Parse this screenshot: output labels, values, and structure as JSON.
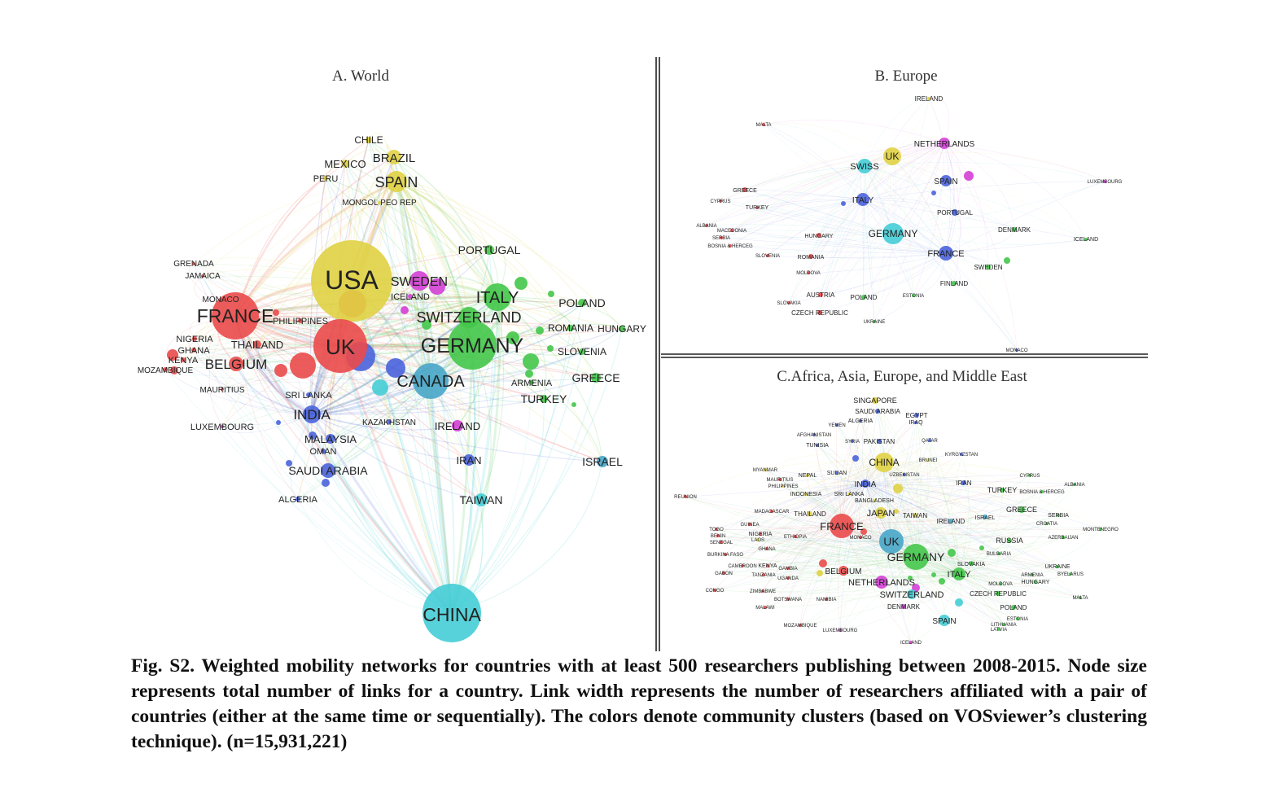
{
  "caption": "Fig. S2. Weighted mobility networks for countries with at least 500 researchers publishing between 2008-2015. Node size represents total number of links for a country. Link width represents the number of researchers affiliated with a pair of countries (either at the same time or sequentially). The colors denote community clusters (based on VOSviewer’s clustering technique). (n=15,931,221)",
  "cluster_colors": {
    "red": "#ea4a4a",
    "green": "#44c64a",
    "blue": "#4a63dc",
    "yellow": "#e0d244",
    "cyan": "#45cdd6",
    "purple": "#d43fd6",
    "teal": "#48a6c8"
  },
  "panels": [
    {
      "id": "world",
      "title": "A. World",
      "nodes": [
        {
          "label": "USA",
          "c": "yellow",
          "s": 5
        },
        {
          "label": "CHINA",
          "c": "cyan",
          "s": 4
        },
        {
          "label": "UK",
          "c": "red",
          "s": 4
        },
        {
          "label": "GERMANY",
          "c": "green",
          "s": 4
        },
        {
          "label": "FRANCE",
          "c": "red",
          "s": 4
        },
        {
          "label": "CANADA",
          "c": "teal",
          "s": 3
        },
        {
          "label": "ITALY",
          "c": "green",
          "s": 3
        },
        {
          "label": "SWITZERLAND",
          "c": "green",
          "s": 2
        },
        {
          "label": "SWEDEN",
          "c": "purple",
          "s": 2
        },
        {
          "label": "SPAIN",
          "c": "yellow",
          "s": 3
        },
        {
          "label": "BRAZIL",
          "c": "yellow",
          "s": 2
        },
        {
          "label": "MEXICO",
          "c": "yellow",
          "s": 1
        },
        {
          "label": "CHILE",
          "c": "yellow",
          "s": 1
        },
        {
          "label": "PERU",
          "c": "yellow",
          "s": 1
        },
        {
          "label": "MONGOL PEO REP",
          "c": "yellow",
          "s": 0
        },
        {
          "label": "PORTUGAL",
          "c": "green",
          "s": 1
        },
        {
          "label": "POLAND",
          "c": "green",
          "s": 1
        },
        {
          "label": "ROMANIA",
          "c": "green",
          "s": 1
        },
        {
          "label": "HUNGARY",
          "c": "green",
          "s": 1
        },
        {
          "label": "SLOVENIA",
          "c": "green",
          "s": 1
        },
        {
          "label": "GREECE",
          "c": "green",
          "s": 1
        },
        {
          "label": "ARMENIA",
          "c": "green",
          "s": 0
        },
        {
          "label": "TURKEY",
          "c": "green",
          "s": 1
        },
        {
          "label": "ICELAND",
          "c": "purple",
          "s": 0
        },
        {
          "label": "BELGIUM",
          "c": "red",
          "s": 2
        },
        {
          "label": "THAILAND",
          "c": "red",
          "s": 1
        },
        {
          "label": "PHILIPPINES",
          "c": "red",
          "s": 0
        },
        {
          "label": "MONACO",
          "c": "red",
          "s": 0
        },
        {
          "label": "NIGERIA",
          "c": "red",
          "s": 0
        },
        {
          "label": "GHANA",
          "c": "red",
          "s": 0
        },
        {
          "label": "KENYA",
          "c": "red",
          "s": 0
        },
        {
          "label": "MOZAMBIQUE",
          "c": "red",
          "s": 0
        },
        {
          "label": "GRENADA",
          "c": "red",
          "s": 0
        },
        {
          "label": "JAMAICA",
          "c": "red",
          "s": 0
        },
        {
          "label": "MAURITIUS",
          "c": "red",
          "s": 0
        },
        {
          "label": "LUXEMBOURG",
          "c": "purple",
          "s": 0
        },
        {
          "label": "SRI LANKA",
          "c": "blue",
          "s": 0
        },
        {
          "label": "INDIA",
          "c": "blue",
          "s": 2
        },
        {
          "label": "KAZAKHSTAN",
          "c": "blue",
          "s": 0
        },
        {
          "label": "IRELAND",
          "c": "purple",
          "s": 1
        },
        {
          "label": "MALAYSIA",
          "c": "blue",
          "s": 1
        },
        {
          "label": "OMAN",
          "c": "blue",
          "s": 0
        },
        {
          "label": "SAUDI ARABIA",
          "c": "blue",
          "s": 1
        },
        {
          "label": "IRAN",
          "c": "blue",
          "s": 1
        },
        {
          "label": "ALGERIA",
          "c": "blue",
          "s": 0
        },
        {
          "label": "TAIWAN",
          "c": "cyan",
          "s": 1
        },
        {
          "label": "ISRAEL",
          "c": "teal",
          "s": 1
        }
      ]
    },
    {
      "id": "europe",
      "title": "B. Europe",
      "nodes": [
        {
          "label": "IRELAND",
          "c": "yellow",
          "s": 0
        },
        {
          "label": "MALTA",
          "c": "red",
          "s": 0
        },
        {
          "label": "NETHERLANDS",
          "c": "purple",
          "s": 1
        },
        {
          "label": "UK",
          "c": "yellow",
          "s": 2
        },
        {
          "label": "SWISS",
          "c": "cyan",
          "s": 1
        },
        {
          "label": "SPAIN",
          "c": "blue",
          "s": 1
        },
        {
          "label": "LUXEMBOURG",
          "c": "purple",
          "s": 0
        },
        {
          "label": "GREECE",
          "c": "red",
          "s": 0
        },
        {
          "label": "ITALY",
          "c": "blue",
          "s": 1
        },
        {
          "label": "CYPRUS",
          "c": "red",
          "s": 0
        },
        {
          "label": "TURKEY",
          "c": "red",
          "s": 0
        },
        {
          "label": "PORTUGAL",
          "c": "blue",
          "s": 0
        },
        {
          "label": "ALBANIA",
          "c": "red",
          "s": 0
        },
        {
          "label": "MACEDONIA",
          "c": "red",
          "s": 0
        },
        {
          "label": "SERBIA",
          "c": "red",
          "s": 0
        },
        {
          "label": "BOSNIA & HERCEG",
          "c": "red",
          "s": 0
        },
        {
          "label": "HUNGARY",
          "c": "red",
          "s": 0
        },
        {
          "label": "GERMANY",
          "c": "cyan",
          "s": 2
        },
        {
          "label": "DENMARK",
          "c": "green",
          "s": 0
        },
        {
          "label": "ICELAND",
          "c": "green",
          "s": 0
        },
        {
          "label": "SLOVENIA",
          "c": "red",
          "s": 0
        },
        {
          "label": "ROMANIA",
          "c": "red",
          "s": 0
        },
        {
          "label": "FRANCE",
          "c": "blue",
          "s": 1
        },
        {
          "label": "SWEDEN",
          "c": "green",
          "s": 0
        },
        {
          "label": "MOLDOVA",
          "c": "red",
          "s": 0
        },
        {
          "label": "FINLAND",
          "c": "green",
          "s": 0
        },
        {
          "label": "AUSTRIA",
          "c": "red",
          "s": 0
        },
        {
          "label": "POLAND",
          "c": "green",
          "s": 0
        },
        {
          "label": "ESTONIA",
          "c": "green",
          "s": 0
        },
        {
          "label": "SLOVAKIA",
          "c": "red",
          "s": 0
        },
        {
          "label": "CZECH REPUBLIC",
          "c": "red",
          "s": 0
        },
        {
          "label": "UKRAINE",
          "c": "green",
          "s": 0
        },
        {
          "label": "MONACO",
          "c": "blue",
          "s": 0
        }
      ]
    },
    {
      "id": "aaem",
      "title": "C.Africa, Asia, Europe, and Middle East",
      "nodes": [
        {
          "label": "SINGAPORE",
          "c": "yellow",
          "s": 0
        },
        {
          "label": "SAUDI ARABIA",
          "c": "blue",
          "s": 0
        },
        {
          "label": "EGYPT",
          "c": "blue",
          "s": 0
        },
        {
          "label": "ALGERIA",
          "c": "blue",
          "s": 0
        },
        {
          "label": "IRAQ",
          "c": "blue",
          "s": 0
        },
        {
          "label": "YEMEN",
          "c": "blue",
          "s": 0
        },
        {
          "label": "AFGHANISTAN",
          "c": "blue",
          "s": 0
        },
        {
          "label": "SYRIA",
          "c": "blue",
          "s": 0
        },
        {
          "label": "PAKISTAN",
          "c": "blue",
          "s": 0
        },
        {
          "label": "QATAR",
          "c": "blue",
          "s": 0
        },
        {
          "label": "TUNISIA",
          "c": "blue",
          "s": 0
        },
        {
          "label": "BRUNEI",
          "c": "yellow",
          "s": 0
        },
        {
          "label": "KYRGYZSTAN",
          "c": "blue",
          "s": 0
        },
        {
          "label": "CHINA",
          "c": "yellow",
          "s": 2
        },
        {
          "label": "MYANMAR",
          "c": "yellow",
          "s": 0
        },
        {
          "label": "NEPAL",
          "c": "yellow",
          "s": 0
        },
        {
          "label": "SUDAN",
          "c": "blue",
          "s": 0
        },
        {
          "label": "UZBEKISTAN",
          "c": "blue",
          "s": 0
        },
        {
          "label": "CYPRUS",
          "c": "green",
          "s": 0
        },
        {
          "label": "MAURITIUS",
          "c": "red",
          "s": 0
        },
        {
          "label": "INDIA",
          "c": "blue",
          "s": 1
        },
        {
          "label": "IRAN",
          "c": "blue",
          "s": 0
        },
        {
          "label": "ALBANIA",
          "c": "green",
          "s": 0
        },
        {
          "label": "PHILIPPINES",
          "c": "yellow",
          "s": 0
        },
        {
          "label": "TURKEY",
          "c": "green",
          "s": 0
        },
        {
          "label": "BOSNIA & HERCEG",
          "c": "green",
          "s": 0
        },
        {
          "label": "INDONESIA",
          "c": "yellow",
          "s": 0
        },
        {
          "label": "SRI LANKA",
          "c": "yellow",
          "s": 0
        },
        {
          "label": "REUNION",
          "c": "red",
          "s": 0
        },
        {
          "label": "BANGLADESH",
          "c": "yellow",
          "s": 0
        },
        {
          "label": "MADAGASCAR",
          "c": "red",
          "s": 0
        },
        {
          "label": "JAPAN",
          "c": "yellow",
          "s": 1
        },
        {
          "label": "GREECE",
          "c": "green",
          "s": 0
        },
        {
          "label": "THAILAND",
          "c": "yellow",
          "s": 0
        },
        {
          "label": "TAIWAN",
          "c": "yellow",
          "s": 0
        },
        {
          "label": "SERBIA",
          "c": "green",
          "s": 0
        },
        {
          "label": "IRELAND",
          "c": "teal",
          "s": 0
        },
        {
          "label": "ISRAEL",
          "c": "teal",
          "s": 0
        },
        {
          "label": "CROATIA",
          "c": "green",
          "s": 0
        },
        {
          "label": "GUINEA",
          "c": "red",
          "s": 0
        },
        {
          "label": "FRANCE",
          "c": "red",
          "s": 2
        },
        {
          "label": "MONTENEGRO",
          "c": "green",
          "s": 0
        },
        {
          "label": "TOGO",
          "c": "red",
          "s": 0
        },
        {
          "label": "BENIN",
          "c": "red",
          "s": 0
        },
        {
          "label": "NIGERIA",
          "c": "red",
          "s": 0
        },
        {
          "label": "SENEGAL",
          "c": "red",
          "s": 0
        },
        {
          "label": "LAOS",
          "c": "yellow",
          "s": 0
        },
        {
          "label": "ETHIOPIA",
          "c": "red",
          "s": 0
        },
        {
          "label": "MONACO",
          "c": "red",
          "s": 0
        },
        {
          "label": "UK",
          "c": "teal",
          "s": 2
        },
        {
          "label": "RUSSIA",
          "c": "green",
          "s": 0
        },
        {
          "label": "AZERBAIJAN",
          "c": "green",
          "s": 0
        },
        {
          "label": "GHANA",
          "c": "red",
          "s": 0
        },
        {
          "label": "BURKINA FASO",
          "c": "red",
          "s": 0
        },
        {
          "label": "GERMANY",
          "c": "green",
          "s": 2
        },
        {
          "label": "BULGARIA",
          "c": "green",
          "s": 0
        },
        {
          "label": "SLOVAKIA",
          "c": "green",
          "s": 0
        },
        {
          "label": "CAMEROON",
          "c": "red",
          "s": 0
        },
        {
          "label": "KENYA",
          "c": "red",
          "s": 0
        },
        {
          "label": "GAMBIA",
          "c": "red",
          "s": 0
        },
        {
          "label": "UKRAINE",
          "c": "green",
          "s": 0
        },
        {
          "label": "GABON",
          "c": "red",
          "s": 0
        },
        {
          "label": "TANZANIA",
          "c": "red",
          "s": 0
        },
        {
          "label": "BELGIUM",
          "c": "red",
          "s": 1
        },
        {
          "label": "UGANDA",
          "c": "red",
          "s": 0
        },
        {
          "label": "ITALY",
          "c": "green",
          "s": 1
        },
        {
          "label": "ARMENIA",
          "c": "green",
          "s": 0
        },
        {
          "label": "BYELARUS",
          "c": "green",
          "s": 0
        },
        {
          "label": "NETHERLANDS",
          "c": "purple",
          "s": 1
        },
        {
          "label": "MOLDOVA",
          "c": "green",
          "s": 0
        },
        {
          "label": "HUNGARY",
          "c": "green",
          "s": 0
        },
        {
          "label": "CONGO",
          "c": "red",
          "s": 0
        },
        {
          "label": "ZIMBABWE",
          "c": "red",
          "s": 0
        },
        {
          "label": "SWITZERLAND",
          "c": "cyan",
          "s": 1
        },
        {
          "label": "CZECH REPUBLIC",
          "c": "green",
          "s": 0
        },
        {
          "label": "MALTA",
          "c": "green",
          "s": 0
        },
        {
          "label": "BOTSWANA",
          "c": "red",
          "s": 0
        },
        {
          "label": "NAMIBIA",
          "c": "red",
          "s": 0
        },
        {
          "label": "MALAWI",
          "c": "red",
          "s": 0
        },
        {
          "label": "DENMARK",
          "c": "purple",
          "s": 0
        },
        {
          "label": "POLAND",
          "c": "green",
          "s": 0
        },
        {
          "label": "SPAIN",
          "c": "cyan",
          "s": 1
        },
        {
          "label": "ESTONIA",
          "c": "green",
          "s": 0
        },
        {
          "label": "MOZAMBIQUE",
          "c": "red",
          "s": 0
        },
        {
          "label": "LITHUANIA",
          "c": "green",
          "s": 0
        },
        {
          "label": "LUXEMBOURG",
          "c": "purple",
          "s": 0
        },
        {
          "label": "LATVIA",
          "c": "green",
          "s": 0
        },
        {
          "label": "ICELAND",
          "c": "purple",
          "s": 0
        }
      ]
    }
  ]
}
